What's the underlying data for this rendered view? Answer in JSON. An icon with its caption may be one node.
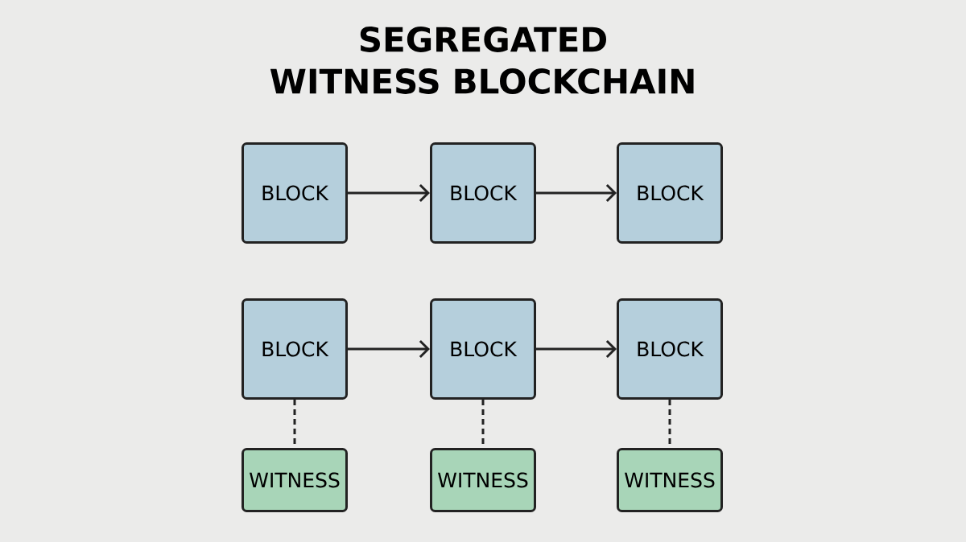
{
  "diagram": {
    "title": "SEGREGATED WITNESS BLOCKCHAIN",
    "nodes": [
      {
        "text": [
          "BLOCK"
        ]
      },
      {
        "text": [
          "BLOCK"
        ]
      },
      {
        "text": [
          "BLOCK"
        ]
      },
      {
        "text": [
          "BLOCK"
        ]
      },
      {
        "text": [
          "BLOCK"
        ]
      },
      {
        "text": [
          "BLOCK"
        ]
      },
      {
        "text": [
          "WITNESS"
        ]
      },
      {
        "text": [
          "WITNESS"
        ]
      },
      {
        "text": [
          "WITNESS"
        ]
      }
    ],
    "edges": [
      {
        "from": 0,
        "to": 1,
        "arrow": "to"
      },
      {
        "from": 1,
        "to": 2,
        "arrow": "to"
      },
      {
        "from": 3,
        "to": 4,
        "arrow": "to"
      },
      {
        "from": 4,
        "to": 5,
        "arrow": "to"
      },
      {
        "from": 3,
        "to": 6,
        "arrow": "none",
        "style": "dashed"
      },
      {
        "from": 4,
        "to": 7,
        "arrow": "none",
        "style": "dashed"
      },
      {
        "from": 5,
        "to": 8,
        "arrow": "none",
        "style": "dashed"
      }
    ]
  }
}
